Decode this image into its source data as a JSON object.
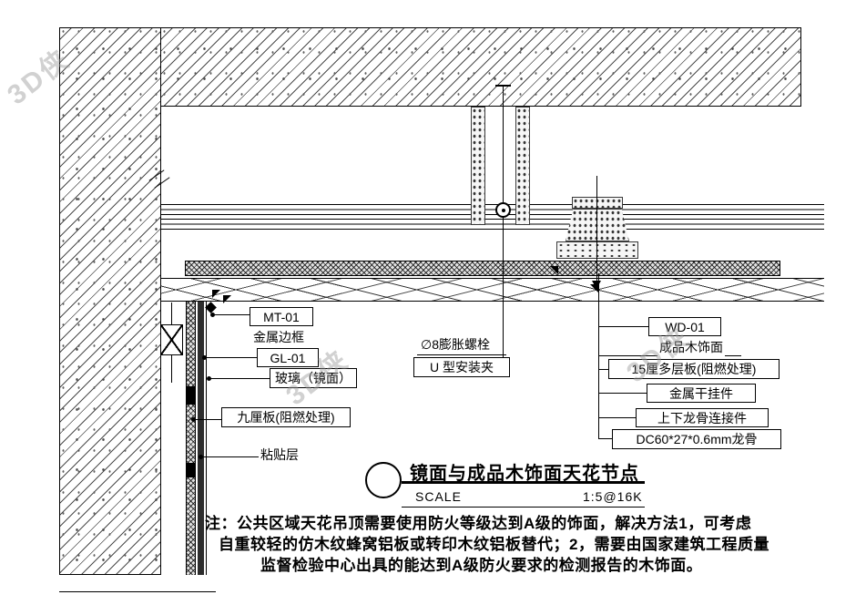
{
  "watermark": {
    "text": "3D侠"
  },
  "callouts": {
    "left": {
      "mt01": "MT-01",
      "metal_frame": "金属边框",
      "gl01": "GL-01",
      "glass_mirror": "玻璃（镜面）",
      "nine_board": "九厘板(阻燃处理)",
      "adhesive": "粘贴层"
    },
    "center": {
      "expansion_bolt": "∅8膨胀螺栓",
      "u_clip": "U 型安装夹"
    },
    "right": {
      "wd01": "WD-01",
      "wood_finish": "成品木饰面",
      "multi_board": "15厘多层板(阻燃处理)",
      "metal_hanger": "金属干挂件",
      "keel_connector": "上下龙骨连接件",
      "keel_spec": "DC60*27*0.6mm龙骨"
    }
  },
  "title_block": {
    "title": "镜面与成品木饰面天花节点",
    "scale_label": "SCALE",
    "scale_value": "1:5@16K"
  },
  "notes": {
    "line1": "注：公共区域天花吊顶需要使用防火等级达到A级的饰面，解决方法1，可考虑",
    "line2": "自重较轻的仿木纹蜂窝铝板或转印木纹铝板替代；2，需要由国家建筑工程质量",
    "line3": "监督检验中心出具的能达到A级防火要求的检测报告的木饰面。"
  }
}
